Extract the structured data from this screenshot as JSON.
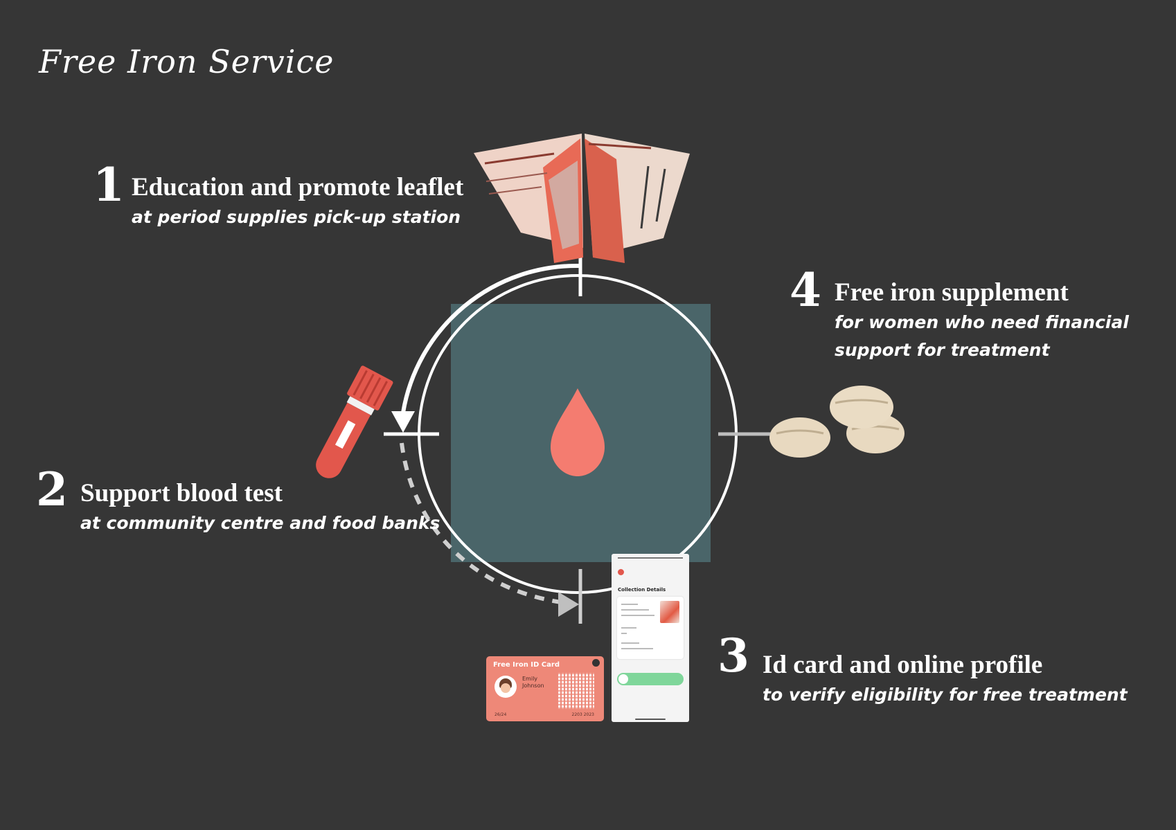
{
  "title": "Free Iron Service",
  "steps": [
    {
      "number": "1",
      "title": "Education and promote leaflet",
      "subtitle": "at period supplies pick-up station"
    },
    {
      "number": "2",
      "title": "Support blood test",
      "subtitle": "at community centre and food banks"
    },
    {
      "number": "3",
      "title": "Id card and online profile",
      "subtitle": "to verify eligibility for free treatment"
    },
    {
      "number": "4",
      "title": "Free iron supplement",
      "subtitle_lines": [
        "for women who need financial",
        "support for treatment"
      ]
    }
  ],
  "id_card": {
    "title": "Free Iron ID Card",
    "name": "Emily Johnson",
    "footer_left": "26/24",
    "footer_right": "2203 2023"
  },
  "phone": {
    "heading": "Collection Details"
  },
  "colors": {
    "background": "#363636",
    "center_square": "#4a6569",
    "drop": "#f47c70",
    "ring": "#ffffff",
    "tube": "#e2574c",
    "pills": "#e8d9c0"
  },
  "icons": [
    "blood-drop-icon",
    "test-tube-icon",
    "pills-icon",
    "leaflet-icon",
    "id-card-icon",
    "phone-icon"
  ]
}
